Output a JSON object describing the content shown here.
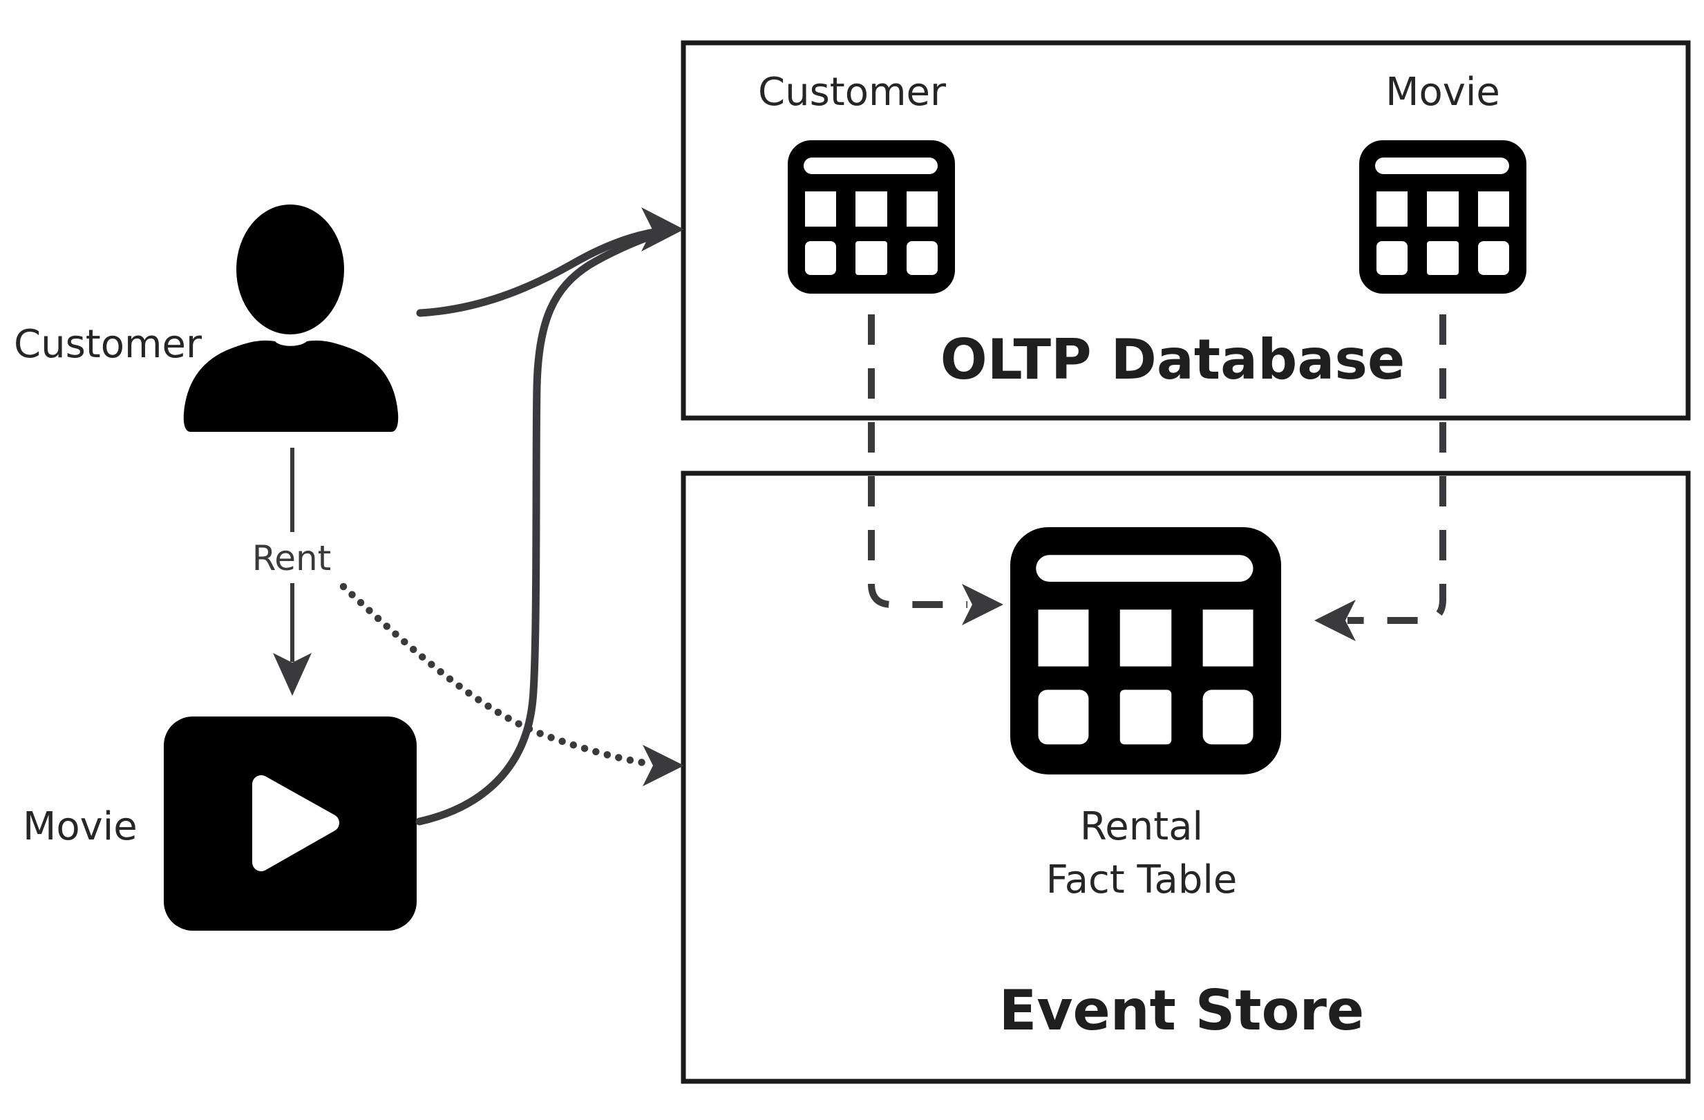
{
  "diagram": {
    "left": {
      "customer_actor_label": "Customer",
      "rent_label": "Rent",
      "movie_label": "Movie"
    },
    "oltp": {
      "title": "OLTP Database",
      "tables": {
        "customer": "Customer",
        "movie": "Movie"
      }
    },
    "event_store": {
      "title": "Event Store",
      "fact_table": {
        "line1": "Rental",
        "line2": "Fact Table"
      }
    },
    "colors": {
      "background": "#ffffff",
      "box_border": "#1a1a1a",
      "icon_fill": "#000000",
      "arrow": "#3a3a3c",
      "label_text": "#262626",
      "title_text": "#1f1f1f"
    }
  }
}
